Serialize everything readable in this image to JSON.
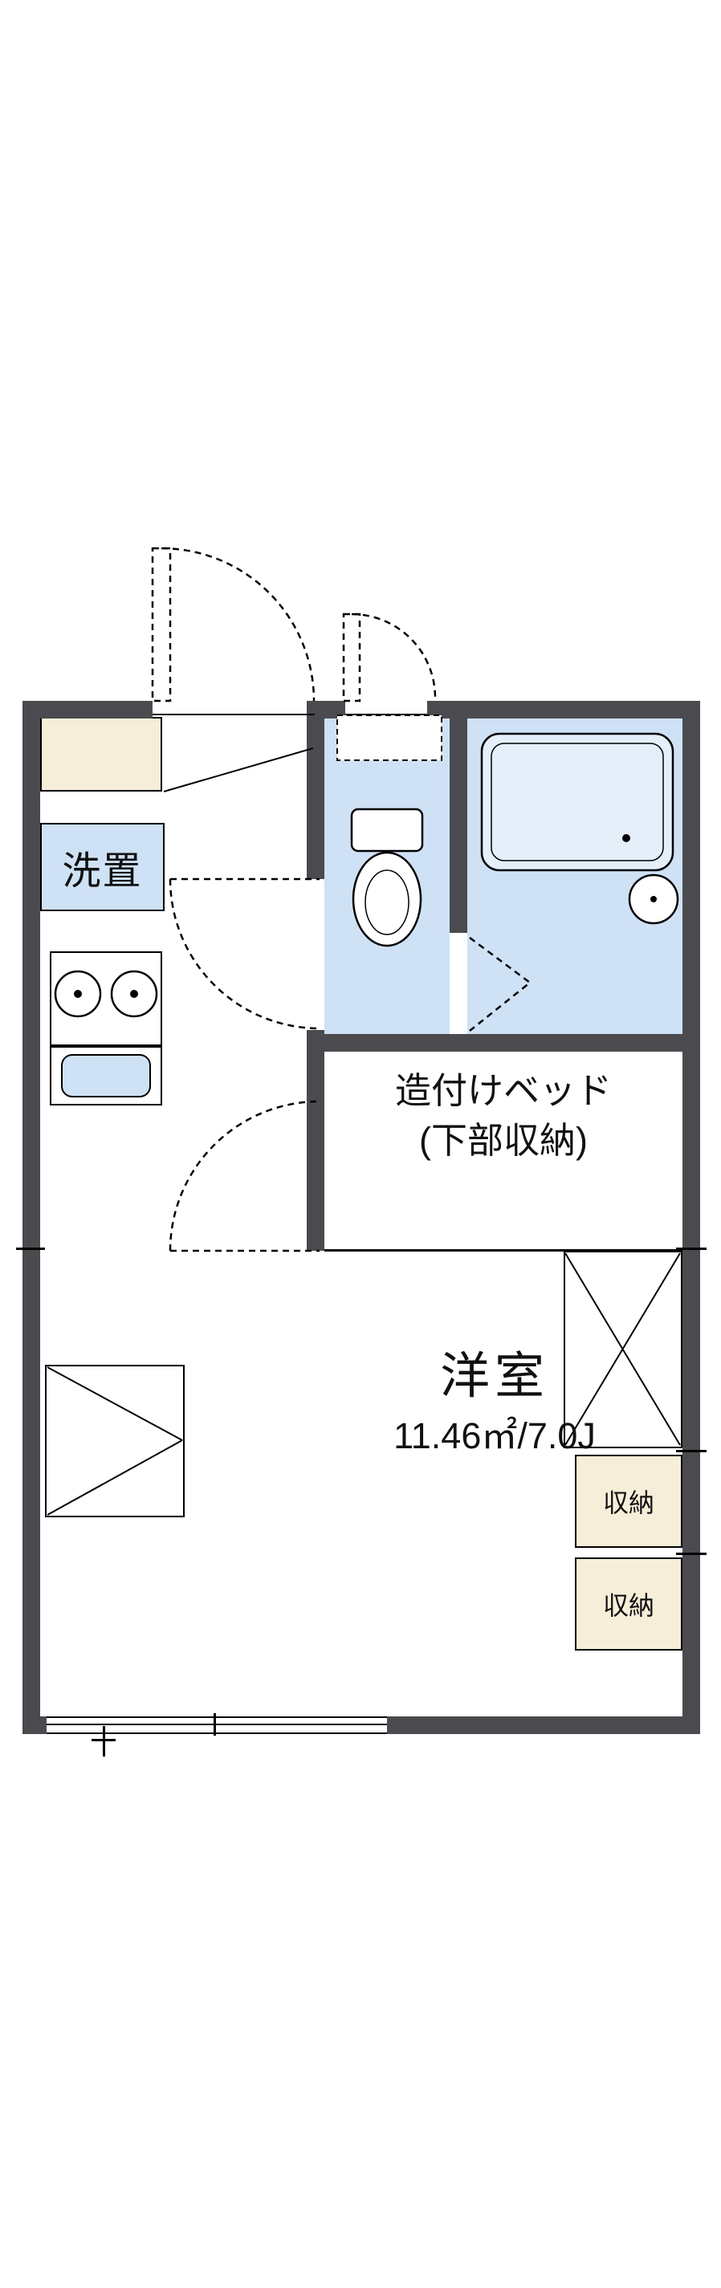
{
  "floorplan": {
    "kitchen": {
      "laundry_label": "洗置"
    },
    "bed": {
      "line1": "造付けベッド",
      "line2": "(下部収納)"
    },
    "main_room": {
      "name": "洋室",
      "area": "11.46㎡/7.0J"
    },
    "storages": [
      {
        "label": "収納"
      },
      {
        "label": "収納"
      }
    ]
  },
  "colors": {
    "background": "#ffffff",
    "wall": "#4b4b4f",
    "room_blue": "#cfe1f5",
    "storage_cream": "#f7eed9",
    "line": "#000000"
  }
}
